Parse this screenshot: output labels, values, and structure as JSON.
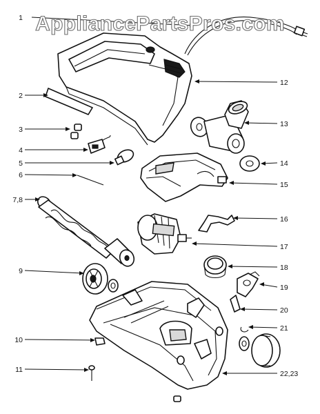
{
  "watermark": "AppliancePartsPros.com",
  "colors": {
    "ink": "#111111",
    "paper": "#ffffff",
    "watermark_outline": "#6e6e6e"
  },
  "callouts": [
    {
      "label": "1",
      "part": "power cord"
    },
    {
      "label": "2",
      "part": "handle grip cover"
    },
    {
      "label": "3",
      "part": "bulb socket"
    },
    {
      "label": "4",
      "part": "light switch bracket"
    },
    {
      "label": "5",
      "part": "light bulb"
    },
    {
      "label": "6",
      "part": "belt pin"
    },
    {
      "label": "7,8",
      "part": "brushroll"
    },
    {
      "label": "9",
      "part": "wheel"
    },
    {
      "label": "10",
      "part": "bottom screw"
    },
    {
      "label": "11",
      "part": "screw"
    },
    {
      "label": "12",
      "part": "hood"
    },
    {
      "label": "13",
      "part": "agitator hose adapter"
    },
    {
      "label": "14",
      "part": "washer"
    },
    {
      "label": "15",
      "part": "nozzle frame"
    },
    {
      "label": "16",
      "part": "bracket"
    },
    {
      "label": "17",
      "part": "motor"
    },
    {
      "label": "18",
      "part": "belt"
    },
    {
      "label": "19",
      "part": "height adjuster"
    },
    {
      "label": "20",
      "part": "pedal spring"
    },
    {
      "label": "21",
      "part": "clip"
    },
    {
      "label": "22,23",
      "part": "base and rear wheel"
    }
  ]
}
